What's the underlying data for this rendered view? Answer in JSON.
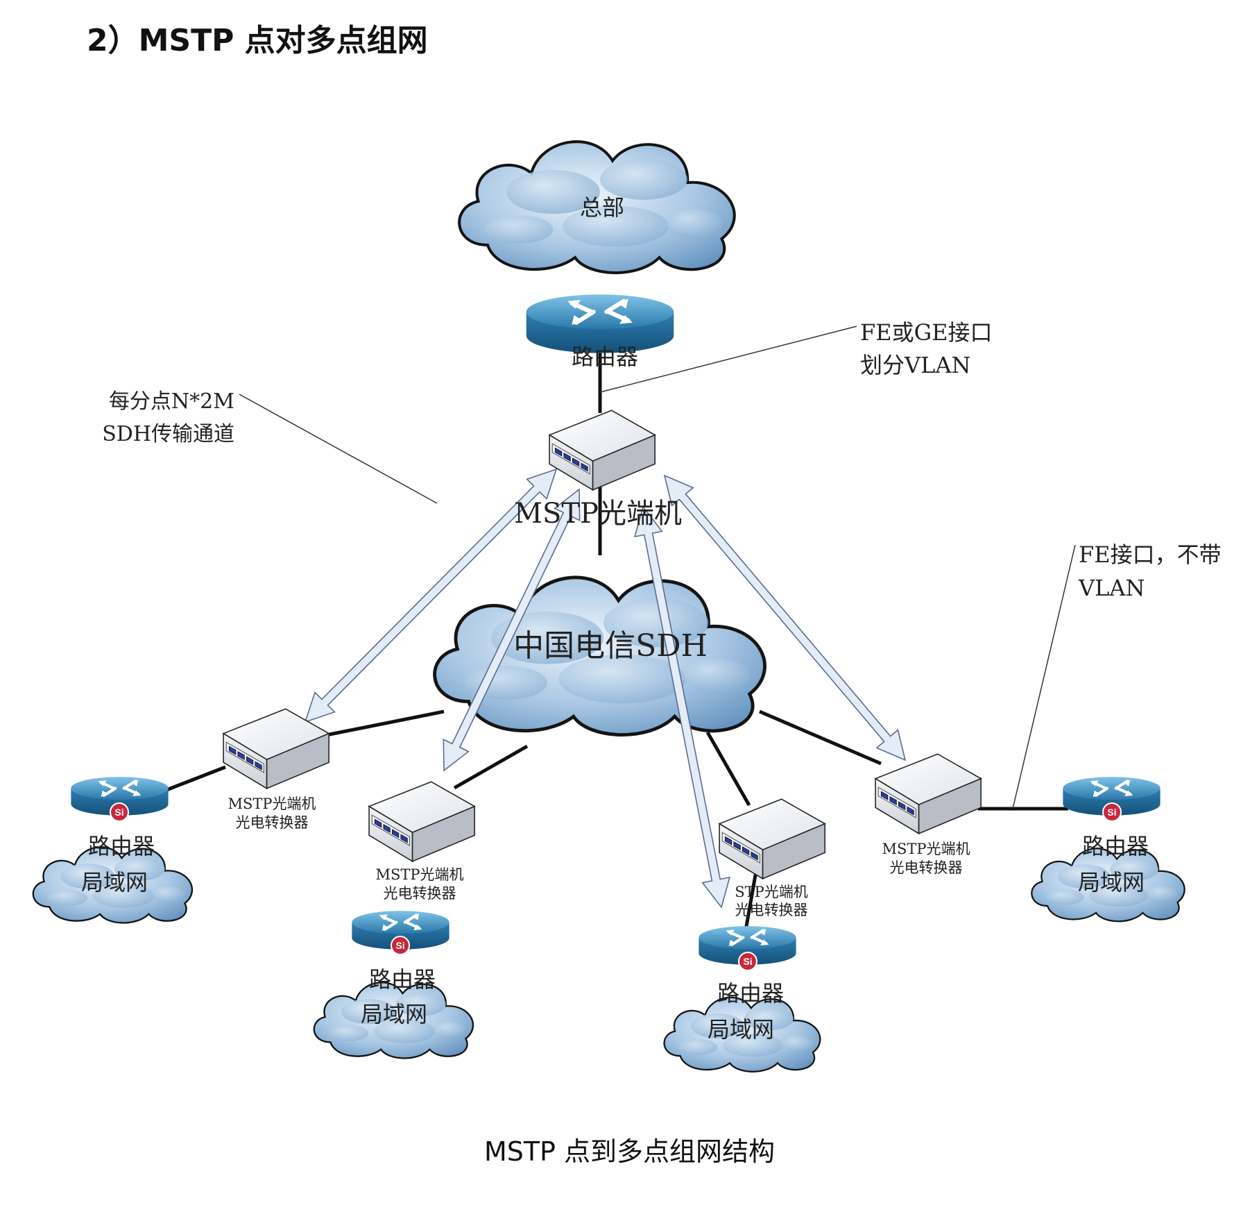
{
  "heading": "2）MSTP 点对多点组网",
  "caption": "MSTP 点到多点组网结构",
  "colors": {
    "cloud_light": "#e8f1fa",
    "cloud_dark": "#5d8dbc",
    "router_blue": "#2a78a8",
    "si_badge": "#c8283a",
    "arrow_fill": "#e4ecf8",
    "arrow_stroke": "#5a6c8c"
  },
  "diagram": {
    "hq_cloud_label": "总部",
    "hq_router_label": "路由器",
    "hq_mstp_label": "MSTP光端机",
    "sdh_cloud_label": "中国电信SDH",
    "annotation_fe_ge": {
      "line1": "FE或GE接口",
      "line2": "划分VLAN"
    },
    "annotation_channel": {
      "line1": "每分点N*2M",
      "line2": "SDH传输通道"
    },
    "annotation_fe": {
      "line1": "FE接口，不带",
      "line2": "VLAN"
    },
    "branches": [
      {
        "mstp_line1": "MSTP光端机",
        "mstp_line2": "光电转换器",
        "router_label": "路由器",
        "lan_label": "局域网",
        "router_icon": "router-si-icon"
      },
      {
        "mstp_line1": "MSTP光端机",
        "mstp_line2": "光电转换器",
        "router_label": "路由器",
        "lan_label": "局域网",
        "router_icon": "router-si-icon"
      },
      {
        "mstp_line1": "STP光端机",
        "mstp_line2": "光电转换器",
        "router_label": "路由器",
        "lan_label": "局域网",
        "router_icon": "router-si-icon"
      },
      {
        "mstp_line1": "MSTP光端机",
        "mstp_line2": "光电转换器",
        "router_label": "路由器",
        "lan_label": "局域网",
        "router_icon": "router-si-icon"
      }
    ]
  }
}
